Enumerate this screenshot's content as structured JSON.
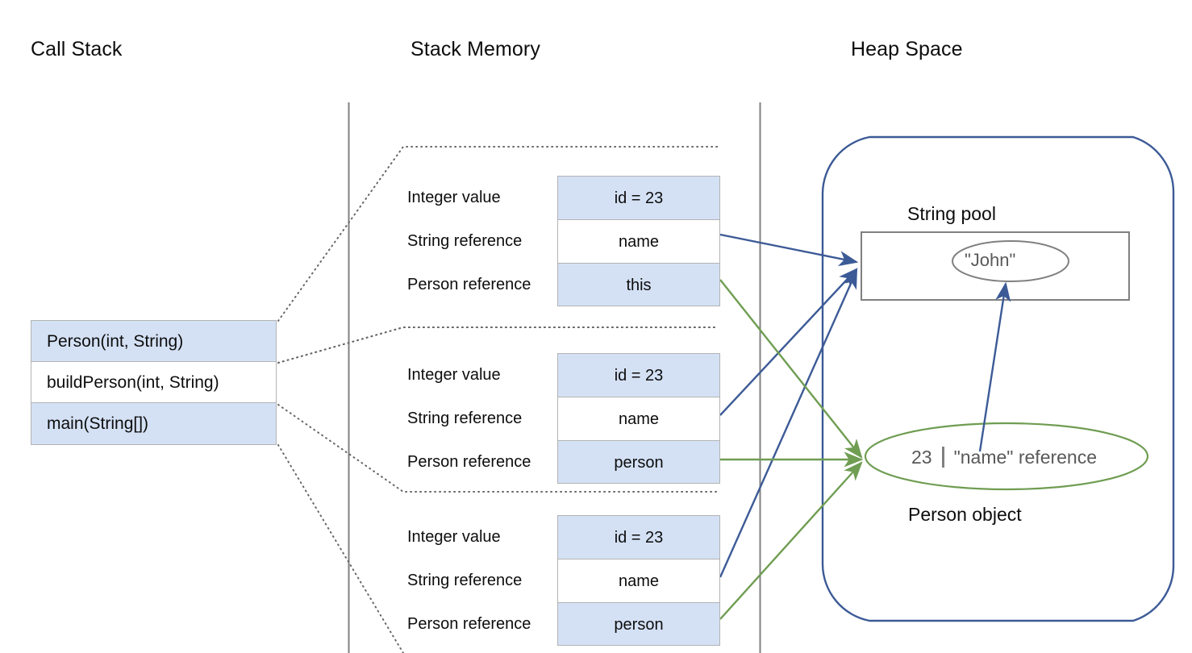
{
  "columns": {
    "call_stack": "Call Stack",
    "stack_memory": "Stack Memory",
    "heap_space": "Heap Space"
  },
  "call_stack": {
    "frames": [
      {
        "label": "Person(int, String)",
        "filled": true
      },
      {
        "label": "buildPerson(int, String)",
        "filled": false
      },
      {
        "label": "main(String[])",
        "filled": true
      }
    ]
  },
  "stack_memory": {
    "frames": [
      {
        "rows": [
          {
            "label": "Integer value",
            "value": "id = 23",
            "filled": true
          },
          {
            "label": "String reference",
            "value": "name",
            "filled": false
          },
          {
            "label": "Person reference",
            "value": "this",
            "filled": true
          }
        ]
      },
      {
        "rows": [
          {
            "label": "Integer value",
            "value": "id = 23",
            "filled": true
          },
          {
            "label": "String reference",
            "value": "name",
            "filled": false
          },
          {
            "label": "Person reference",
            "value": "person",
            "filled": true
          }
        ]
      },
      {
        "rows": [
          {
            "label": "Integer value",
            "value": "id = 23",
            "filled": true
          },
          {
            "label": "String reference",
            "value": "name",
            "filled": false
          },
          {
            "label": "Person reference",
            "value": "person",
            "filled": true
          }
        ]
      }
    ]
  },
  "heap": {
    "string_pool_label": "String pool",
    "string_literal": "\"John\"",
    "person_object_label": "Person object",
    "person_id": "23",
    "person_name_ref": "\"name\" reference"
  },
  "colors": {
    "fill_blue": "#d4e1f5",
    "box_border": "#b3b3b3",
    "heap_border": "#3c5a96",
    "arrow_blue": "#3c5a96",
    "arrow_green": "#6f9d52",
    "oval_gray": "#808080",
    "text_gray": "#595959",
    "divider_line": "#808080",
    "dotted_line": "#666666"
  }
}
